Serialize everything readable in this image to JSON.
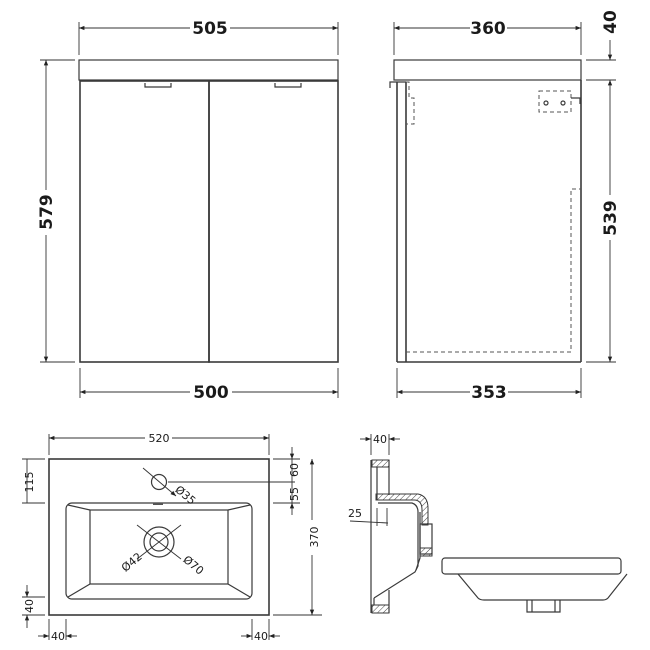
{
  "drawing": {
    "front_view": {
      "width_top": "505",
      "width_bottom": "500",
      "height": "579"
    },
    "side_view": {
      "depth_top": "360",
      "depth_bottom": "353",
      "worktop_thickness": "40",
      "body_height": "539"
    },
    "basin_plan": {
      "width": "520",
      "depth": "370",
      "tap_hole_offset": "115",
      "tap_to_bowl_a": "60",
      "tap_to_bowl_b": "55",
      "tap_hole_diameter": "Ø35",
      "waste_diameter_inner": "Ø42",
      "waste_diameter_outer": "Ø70",
      "rim_front": "40",
      "rim_left": "40",
      "rim_right": "40"
    },
    "basin_section": {
      "thickness": "40",
      "bowl_lip": "25"
    }
  }
}
